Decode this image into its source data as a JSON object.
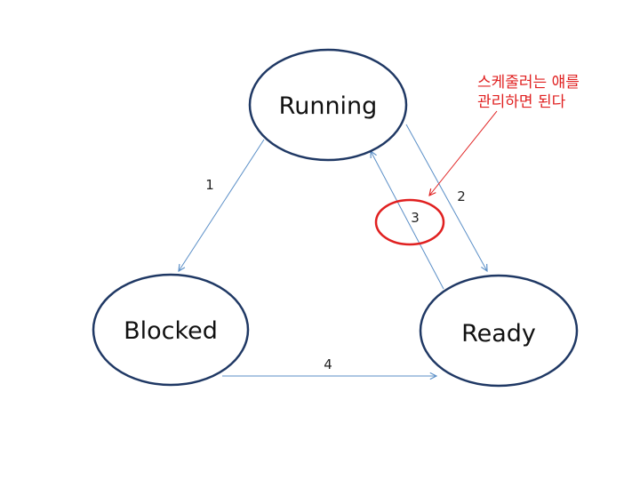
{
  "states": {
    "running": "Running",
    "blocked": "Blocked",
    "ready": "Ready"
  },
  "transitions": {
    "t1": "1",
    "t2": "2",
    "t3": "3",
    "t4": "4"
  },
  "annotation": {
    "line1": "스케줄러는 얘를",
    "line2": "관리하면 된다"
  },
  "colors": {
    "state_stroke": "#1f3864",
    "arrow": "#5b8fc7",
    "annotation": "#e02020"
  }
}
